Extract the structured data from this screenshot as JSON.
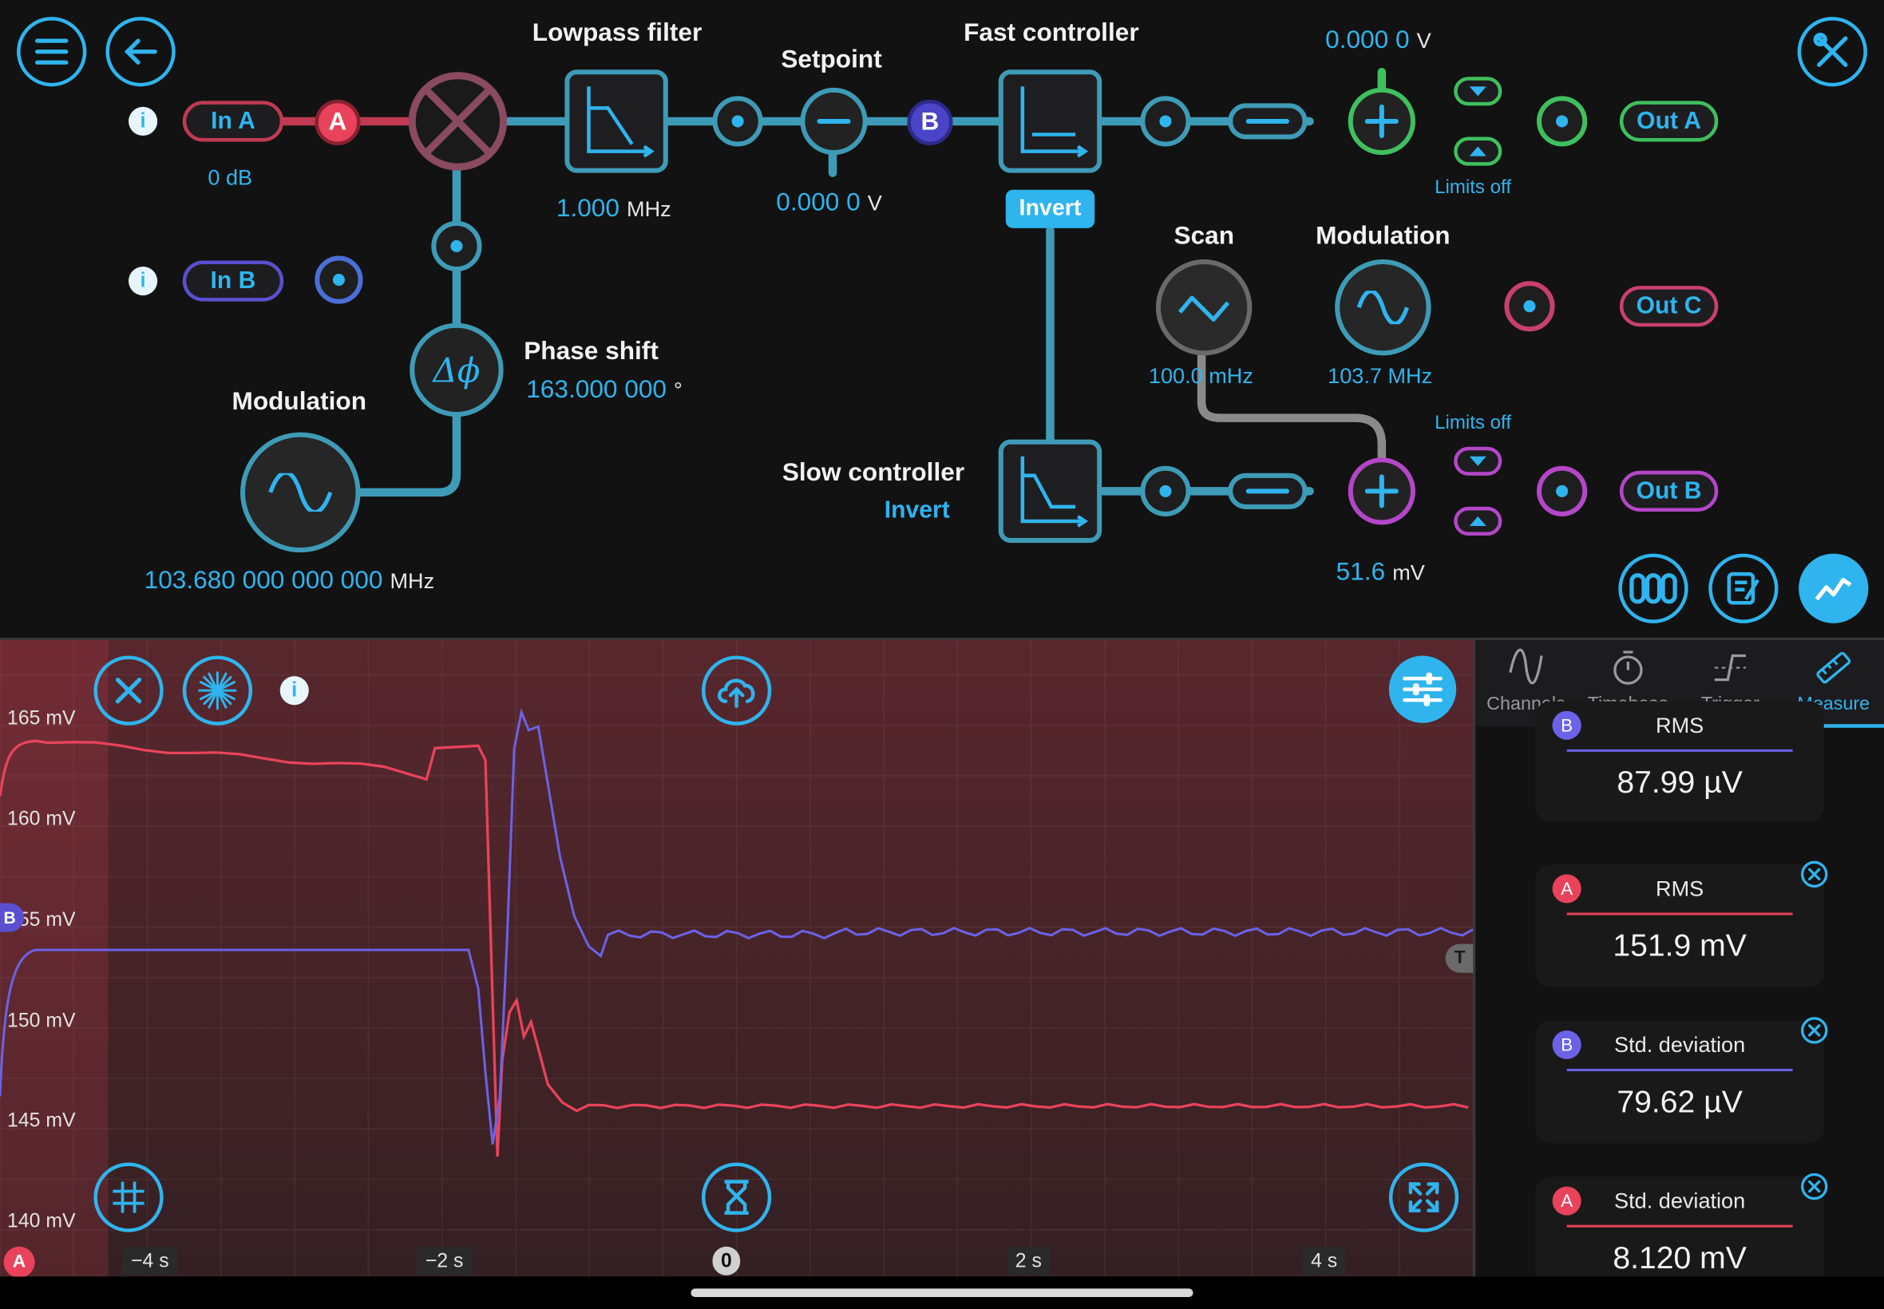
{
  "accent_color": "#2fb4ee",
  "toolbar": {
    "menu_icon": "hamburger-menu-icon",
    "back_icon": "back-arrow-icon",
    "settings_icon": "wrench-screwdriver-icon"
  },
  "inputs": {
    "in_a": {
      "label": "In A",
      "gain": "0 dB",
      "marker": "A"
    },
    "in_b": {
      "label": "In B"
    }
  },
  "blocks": {
    "lowpass": {
      "title": "Lowpass filter",
      "value": "1.000",
      "unit": "MHz"
    },
    "setpoint": {
      "title": "Setpoint",
      "value": "0.000 0",
      "unit": "V"
    },
    "fast_controller": {
      "title": "Fast controller",
      "invert_label": "Invert",
      "marker": "B"
    },
    "phase_shift": {
      "title": "Phase shift",
      "value": "163.000 000",
      "unit": "°",
      "symbol": "Δϕ"
    },
    "modulation_main": {
      "title": "Modulation",
      "value": "103.680 000 000 000",
      "unit": "MHz"
    },
    "scan": {
      "title": "Scan",
      "value": "100.0 mHz"
    },
    "modulation_c": {
      "title": "Modulation",
      "value": "103.7 MHz"
    },
    "slow_controller": {
      "title": "Slow controller",
      "invert_label": "Invert"
    },
    "out_a": {
      "label": "Out A",
      "offset_value": "0.000 0",
      "offset_unit": "V",
      "limits": "Limits off"
    },
    "out_b": {
      "label": "Out B",
      "offset_value": "51.6",
      "offset_unit": "mV",
      "limits": "Limits off"
    },
    "out_c": {
      "label": "Out C"
    }
  },
  "corner_buttons": [
    "channels-icon",
    "notes-icon",
    "scope-graph-icon"
  ],
  "scope": {
    "y_ticks": [
      "165 mV",
      "160 mV",
      "155 mV",
      "150 mV",
      "145 mV",
      "140 mV"
    ],
    "x_ticks": [
      "−4 s",
      "−2 s",
      "0",
      "2 s",
      "4 s"
    ],
    "channel_a_marker": "A",
    "channel_b_marker": "B",
    "trigger_marker": "T",
    "colors": {
      "channel_a": "#e8435a",
      "channel_b": "#6b62e8"
    }
  },
  "side_tabs": [
    {
      "label": "Channels",
      "icon": "sine-wave-icon"
    },
    {
      "label": "Timebase",
      "icon": "stopwatch-icon"
    },
    {
      "label": "Trigger",
      "icon": "trigger-edge-icon"
    },
    {
      "label": "Measure",
      "icon": "ruler-icon",
      "active": true
    }
  ],
  "measurements": [
    {
      "channel": "B",
      "name": "RMS",
      "value": "87.99 µV"
    },
    {
      "channel": "A",
      "name": "RMS",
      "value": "151.9 mV"
    },
    {
      "channel": "B",
      "name": "Std. deviation",
      "value": "79.62 µV"
    },
    {
      "channel": "A",
      "name": "Std. deviation",
      "value": "8.120 mV"
    }
  ]
}
